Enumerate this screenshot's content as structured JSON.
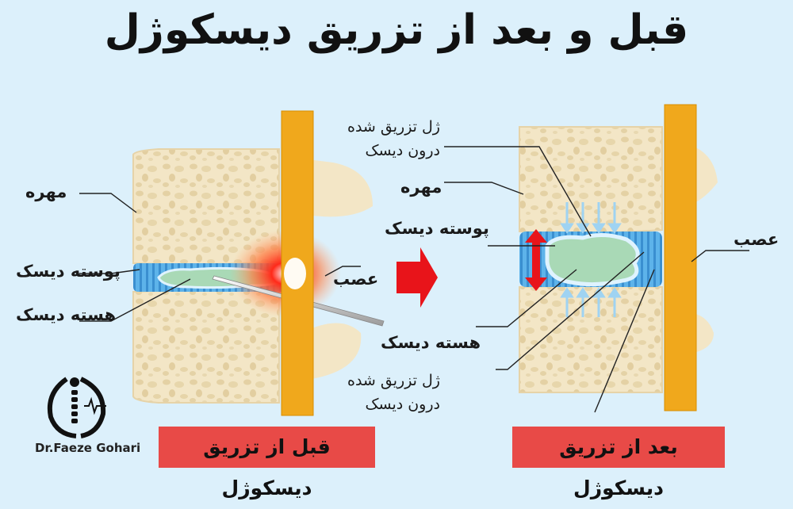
{
  "title": "قبل و بعد از تزریق دیسکوژل",
  "labels": {
    "left_vertebra": "مهره",
    "left_annulus": "پوسته دیسک",
    "left_nucleus": "هسته دیسک",
    "left_nerve": "عصب",
    "gel_injected_top": "ژل تزریق شده",
    "gel_injected_top_2": "درون دیسک",
    "right_vertebra": "مهره",
    "right_annulus": "پوسته دیسک",
    "right_nerve": "عصب",
    "right_nucleus": "هسته دیسک",
    "gel_injected_bottom": "ژل تزریق شده",
    "gel_injected_bottom_2": "درون دیسک"
  },
  "banners": {
    "before": "قبل از تزریق دیسکوژل",
    "after": "بعد از تزریق دیسکوژل"
  },
  "logo": {
    "text": "Dr.Faeze Gohari"
  },
  "colors": {
    "background": "#dcf0fb",
    "bone": "#f3e6c6",
    "nerve": "#f0a81c",
    "disc": "#4aa3e0",
    "nucleus": "#a9d9b6",
    "arrow": "#e8141a",
    "banner": "#e84a47"
  }
}
